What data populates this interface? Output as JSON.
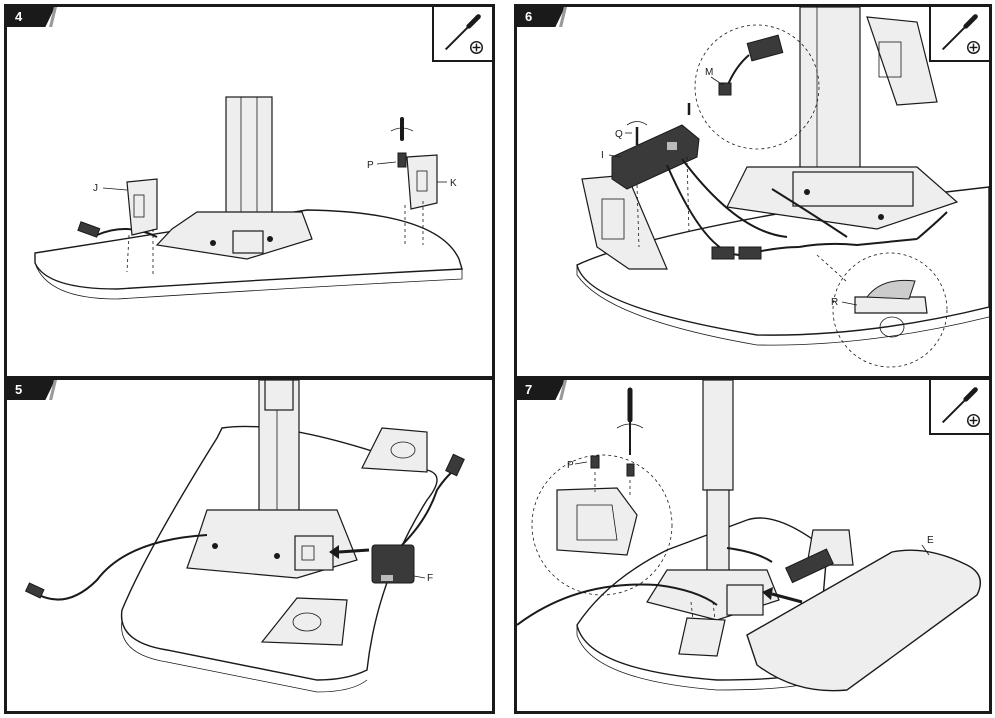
{
  "panels": [
    {
      "step": "4",
      "labels": {
        "J": "J",
        "P": "P",
        "K": "K"
      },
      "tool_icon": "screwdriver-phillips-icon"
    },
    {
      "step": "5",
      "labels": {
        "F": "F"
      }
    },
    {
      "step": "6",
      "labels": {
        "M": "M",
        "Q": "Q",
        "I": "I",
        "R": "R"
      },
      "tool_icon": "screwdriver-phillips-icon"
    },
    {
      "step": "7",
      "labels": {
        "P": "P",
        "E": "E"
      },
      "tool_icon": "screwdriver-phillips-icon"
    }
  ],
  "colors": {
    "frame": "#1a1a1a",
    "badge_stripe": "#9a9a9a",
    "panel_bg": "#ffffff"
  }
}
